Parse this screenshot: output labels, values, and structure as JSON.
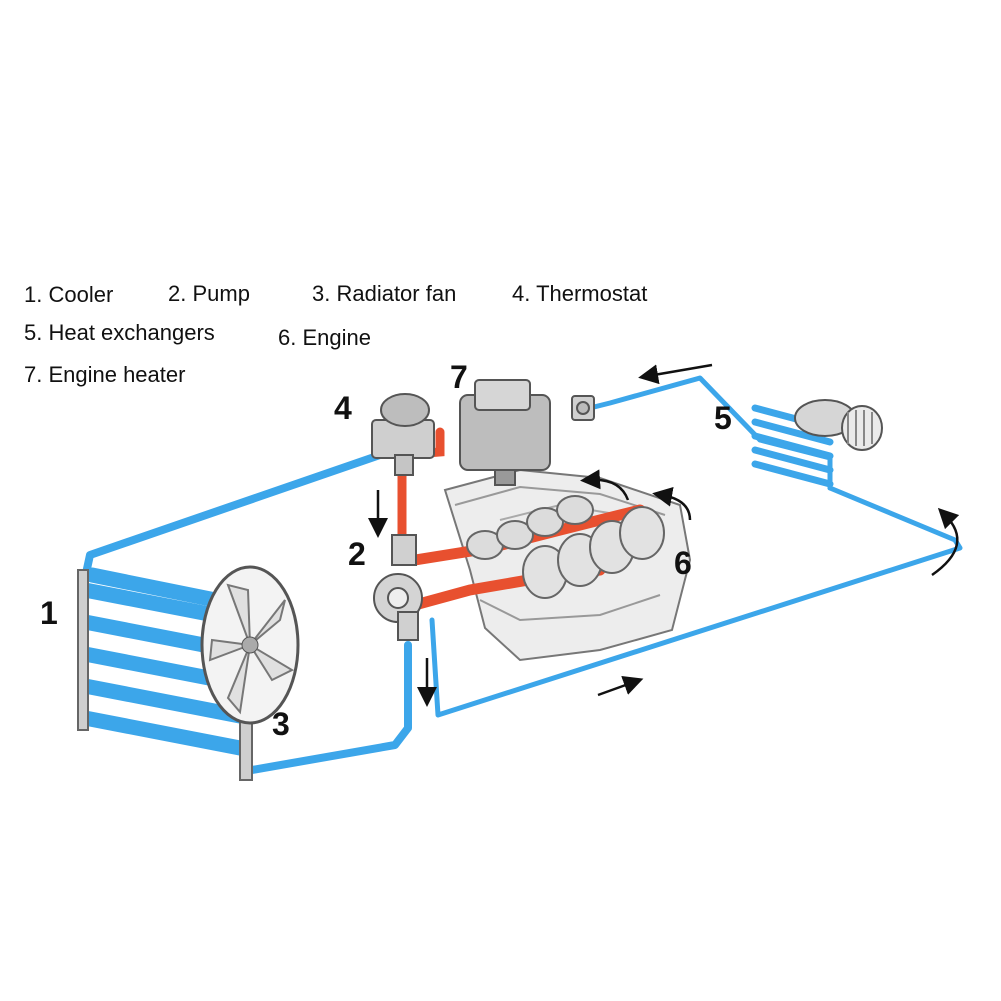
{
  "legend": {
    "cooler": "1. Cooler",
    "pump": "2. Pump",
    "radiator_fan": "3. Radiator fan",
    "thermostat": "4. Thermostat",
    "heat_exchangers": "5. Heat exchangers",
    "engine": "6. Engine",
    "engine_heater": "7. Engine heater"
  },
  "callouts": {
    "cooler": "1",
    "pump": "2",
    "radiator_fan": "3",
    "thermostat": "4",
    "heat_exchangers": "5",
    "engine": "6",
    "engine_heater": "7"
  },
  "colors": {
    "cold_pipe": "#3ca6ea",
    "hot_pipe": "#e8502f",
    "metal": "#c9c9c9",
    "outline": "#555555",
    "engine_body": "#eeeeee",
    "text": "#111111"
  }
}
